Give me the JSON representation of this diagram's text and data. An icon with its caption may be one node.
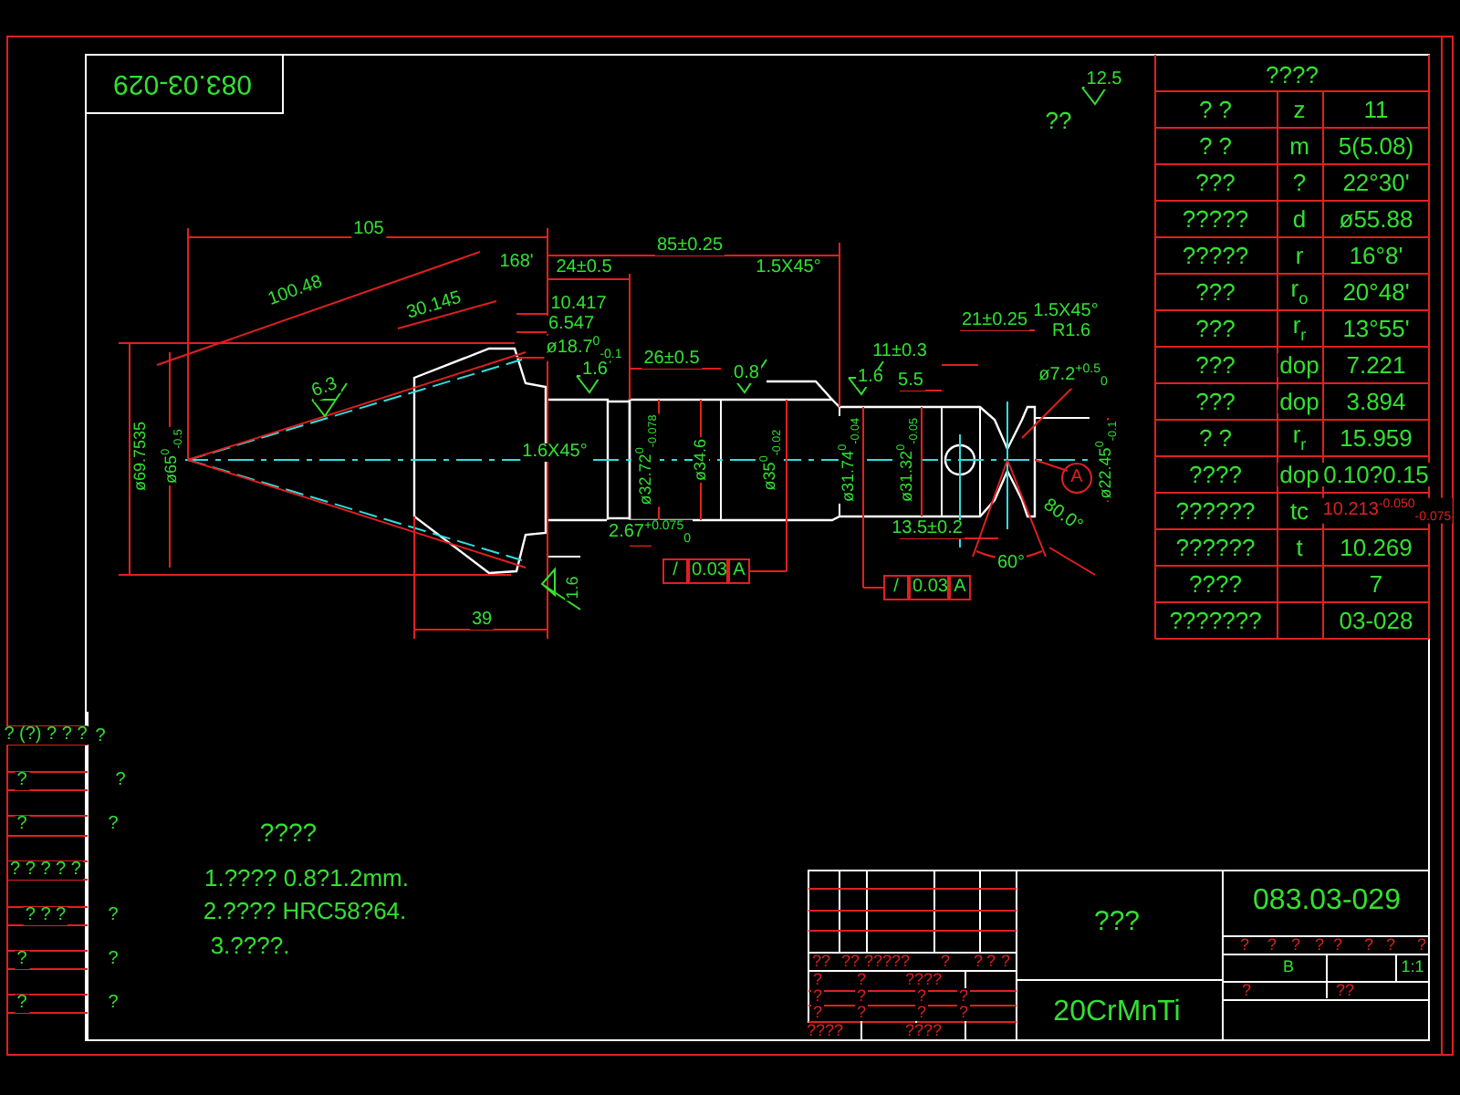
{
  "diagram": {
    "labels": [
      "083.03-029",
      "??",
      "12.5",
      "105",
      "100.48",
      "30.145",
      "168'",
      "85±0.25",
      "24±0.5",
      "1.5X45°",
      "10.417",
      "6.547",
      "ø18.7$^{0}$$_{-0.1}$",
      "6.3",
      "1.6",
      "26±0.5",
      "0.8",
      "1.6",
      "11±0.3",
      "5.5",
      "21±0.25",
      "1.5X45°",
      "R1.6",
      "ø7.2$^{+0.5}$$_{0}$",
      "ø69.7535",
      "ø65$^{0}$$_{-0.5}$",
      "1.6X45°",
      "ø32.72$^{0}$$_{-0.078}$",
      "ø34.6",
      "ø35$^{0}$$_{-0.02}$",
      "ø31.74$^{0}$$_{-0.04}$",
      "ø31.32$^{0}$$_{-0.05}$",
      "ø22.45$^{0}$$_{-0.1}$",
      "2.67$^{+0.075}$$_{0}$",
      "13.5±0.2",
      "80.0°",
      "60°",
      "A",
      "39",
      "1.6",
      "/",
      "0.03",
      "A",
      "/",
      "0.03",
      "A",
      "????",
      "1.???? 0.8?1.2mm.",
      "2.???? HRC58?64.",
      "3.????.",
      "????",
      "? ?",
      "z",
      "11",
      "? ?",
      "m",
      "5(5.08)",
      "???",
      "?",
      "22°30'",
      "?????",
      "d",
      "ø55.88",
      "?????",
      "r",
      "16°8'",
      "???",
      "r$_{o}$",
      "20°48'",
      "???",
      "r$_{r}$",
      "13°55'",
      "???",
      "dop",
      "7.221",
      "???",
      "dop",
      "3.894",
      "? ?",
      "r$_{r}$",
      "15.959",
      "????",
      "dop",
      "0.10?0.15",
      "??????",
      "tc",
      "10.213$^{-0.050}$$_{-0.075}$",
      "??????",
      "t",
      "10.269",
      "????",
      "7",
      "???????",
      "03-028",
      "???",
      "20CrMnTi",
      "083.03-029",
      "B",
      "1:1",
      "??",
      "??",
      "?????",
      "?",
      "?",
      "?",
      "?",
      "?",
      "?",
      "?",
      "????",
      "?",
      "?",
      "?",
      "????",
      "?",
      "?",
      "????",
      "?",
      "?",
      "?",
      "?",
      "?",
      "?",
      "?",
      "?",
      "?",
      "?",
      "?",
      "??",
      "? (?) ? ? ?",
      "?",
      "?",
      "?",
      "?",
      "?",
      "? ? ? ? ?",
      "? ? ?",
      "?",
      "?",
      "?",
      "?",
      "?"
    ]
  }
}
